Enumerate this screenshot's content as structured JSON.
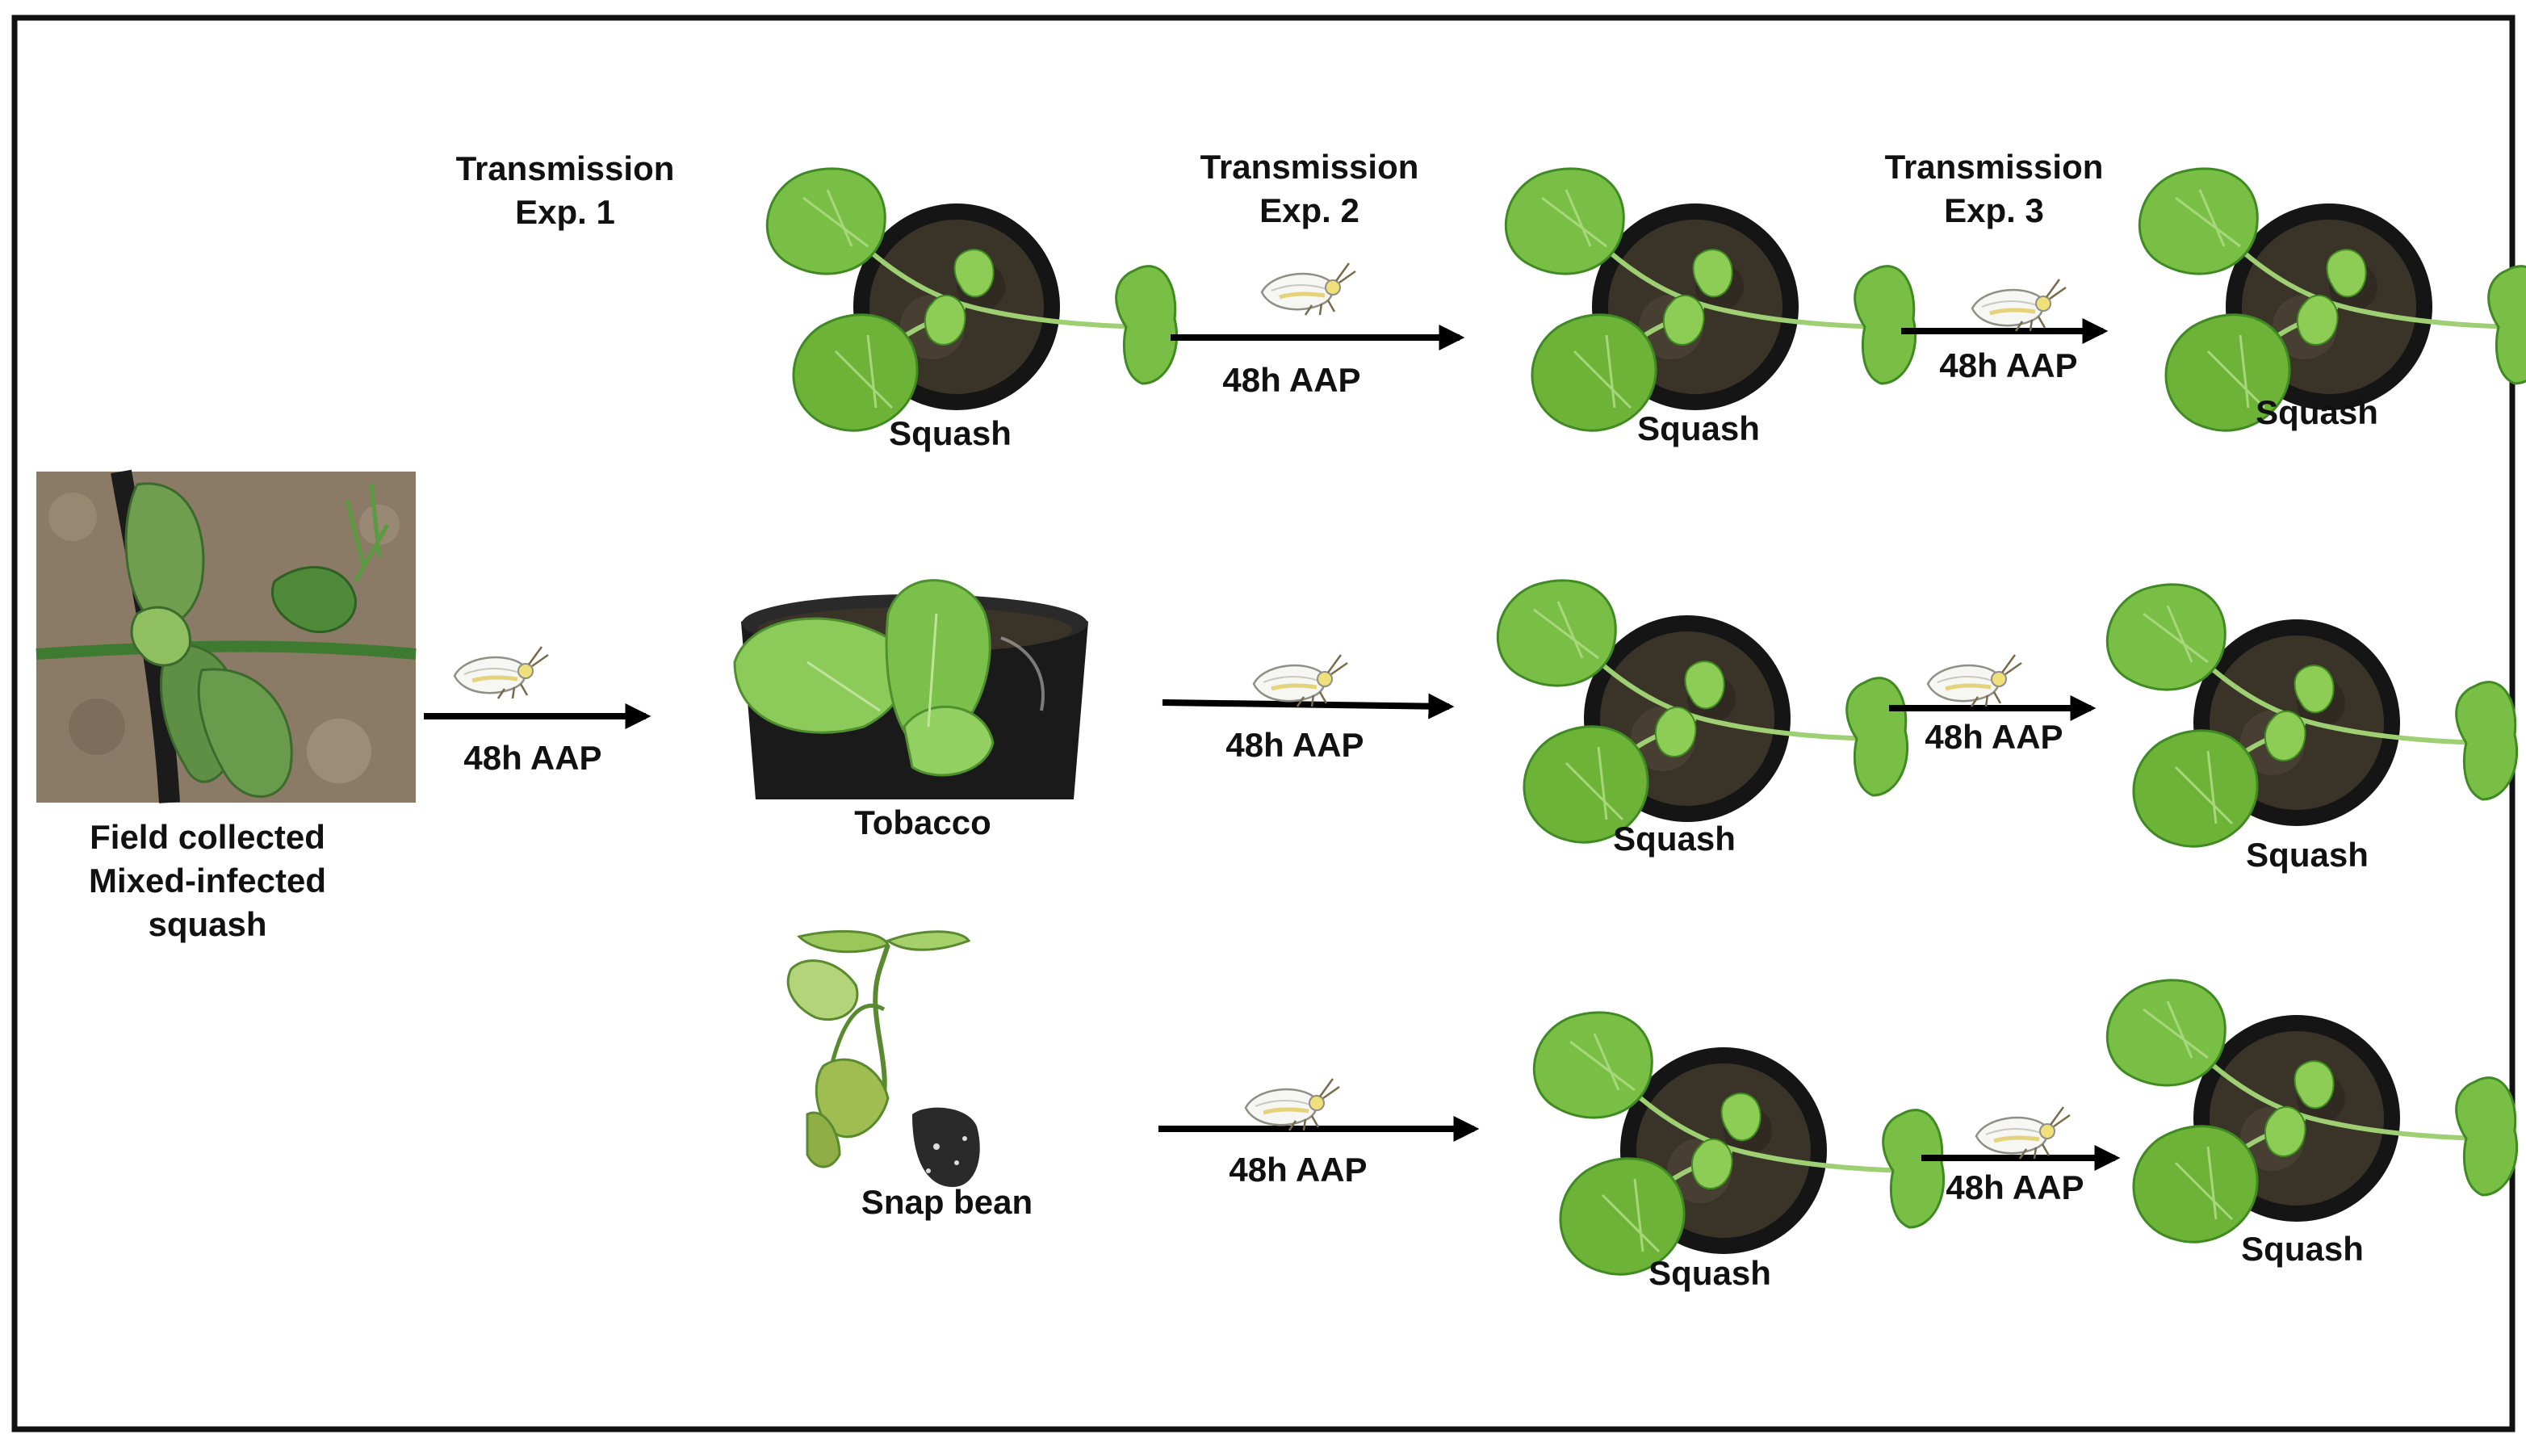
{
  "diagram": {
    "experiments": [
      {
        "title_line1": "Transmission",
        "title_line2": "Exp. 1"
      },
      {
        "title_line1": "Transmission",
        "title_line2": "Exp. 2"
      },
      {
        "title_line1": "Transmission",
        "title_line2": "Exp. 3"
      }
    ],
    "source": {
      "line1": "Field collected",
      "line2": "Mixed-infected",
      "line3": "squash"
    },
    "arrow_label": "48h AAP",
    "hosts": {
      "tobacco": "Tobacco",
      "snap_bean": "Snap bean",
      "squash": "Squash"
    },
    "colors": {
      "frame": "#111111",
      "arrow": "#000000",
      "leaf": "#7cc242",
      "leaf_dark": "#4f9a2a",
      "pot": "#1a1a1a",
      "soil": "#3a3026",
      "field_soil": "#8a7a66"
    }
  }
}
